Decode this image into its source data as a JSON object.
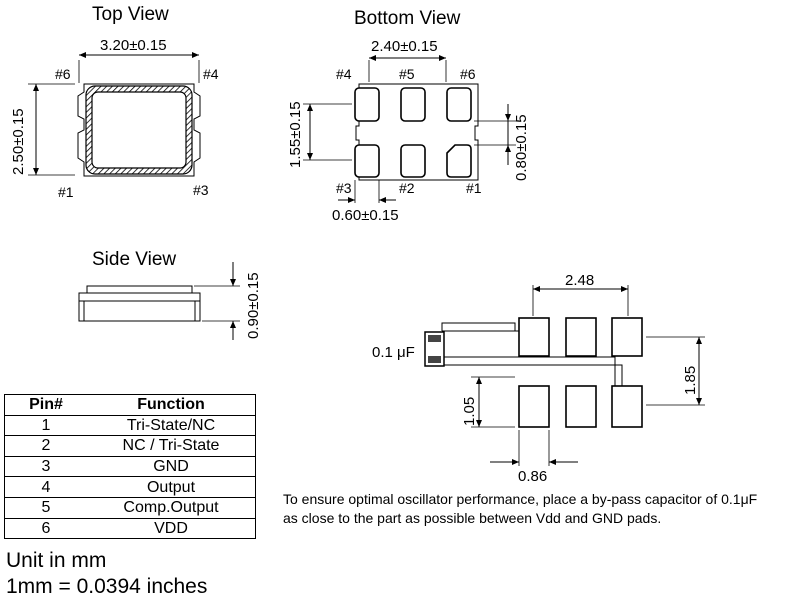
{
  "views": {
    "top": "Top View",
    "bottom": "Bottom View",
    "side": "Side View"
  },
  "dimensions": {
    "top_width": "3.20±0.15",
    "top_height": "2.50±0.15",
    "bottom_width": "2.40±0.15",
    "bottom_pad_height": "1.55±0.15",
    "bottom_pad_width": "0.60±0.15",
    "bottom_pad_gap": "0.80±0.15",
    "side_height": "0.90±0.15",
    "land_width": "2.48",
    "land_height": "1.85",
    "land_pad_height": "1.05",
    "land_pad_width": "0.86"
  },
  "pin_labels": {
    "p1": "#1",
    "p2": "#2",
    "p3": "#3",
    "p4": "#4",
    "p5": "#5",
    "p6": "#6"
  },
  "capacitor_label": "0.1 μF",
  "pin_table": {
    "header_pin": "Pin#",
    "header_function": "Function",
    "rows": [
      {
        "pin": "1",
        "function": "Tri-State/NC"
      },
      {
        "pin": "2",
        "function": "NC / Tri-State"
      },
      {
        "pin": "3",
        "function": "GND"
      },
      {
        "pin": "4",
        "function": "Output"
      },
      {
        "pin": "5",
        "function": "Comp.Output"
      },
      {
        "pin": "6",
        "function": "VDD"
      }
    ]
  },
  "note_lines": [
    "To ensure optimal oscillator performance, place a by-pass capacitor of 0.1μF",
    "as close to the part as possible between Vdd and GND pads."
  ],
  "units": {
    "unit": "Unit in mm",
    "conversion": "1mm = 0.0394 inches"
  }
}
